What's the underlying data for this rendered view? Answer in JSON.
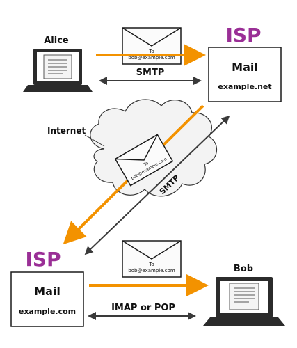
{
  "colors": {
    "accent_orange": "#f39200",
    "isp_purple": "#9a2f96",
    "dark_gray": "#3a3a3a",
    "outline": "#1a1a1a"
  },
  "alice": {
    "label": "Alice"
  },
  "bob": {
    "label": "Bob"
  },
  "isp_top": {
    "label": "ISP",
    "box_title": "Mail",
    "box_domain": "example.net"
  },
  "isp_bottom": {
    "label": "ISP",
    "box_title": "Mail",
    "box_domain": "example.com"
  },
  "envelope_top": {
    "to": "To",
    "address": "bob@example.com"
  },
  "envelope_middle": {
    "to": "To",
    "address": "bob@example.com"
  },
  "envelope_bottom": {
    "to": "To",
    "address": "bob@example.com"
  },
  "protocols": {
    "top": "SMTP",
    "middle": "SMTP",
    "bottom": "IMAP or POP"
  },
  "internet": {
    "label": "Internet"
  },
  "icons": [
    "laptop-icon",
    "envelope-icon",
    "cloud-icon",
    "document-icon"
  ]
}
